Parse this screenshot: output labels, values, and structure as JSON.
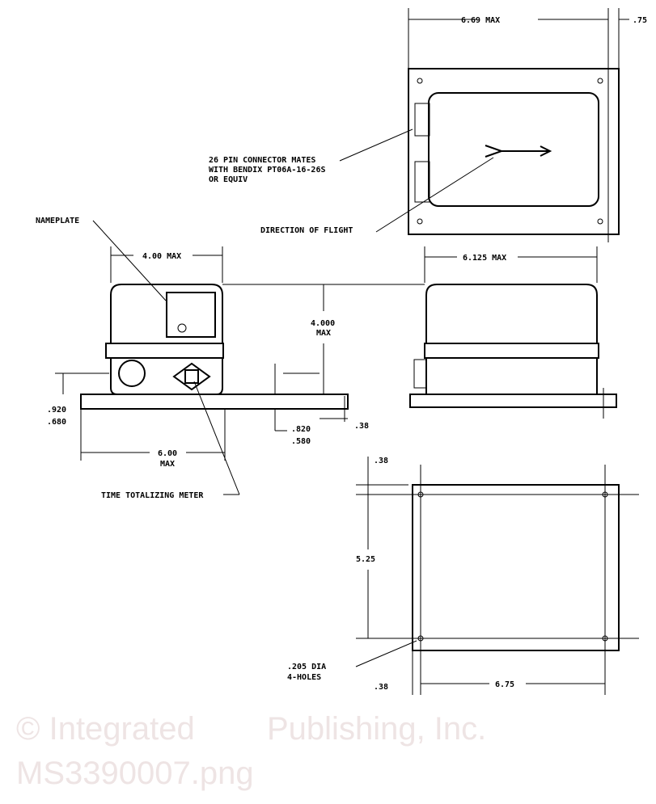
{
  "labels": {
    "top_width": "6.69 MAX",
    "top_offset": ".75",
    "connector_note": [
      "26 PIN CONNECTOR MATES",
      "WITH BENDIX PT06A-16-26S",
      "OR EQUIV"
    ],
    "direction": "DIRECTION OF FLIGHT",
    "nameplate": "NAMEPLATE",
    "front_width": "4.00 MAX",
    "side_width": "6.125 MAX",
    "height": [
      "4.000",
      "MAX"
    ],
    "base_left": [
      ".920",
      ".680"
    ],
    "base_mid": [
      ".820",
      ".580"
    ],
    "base_thick": ".38",
    "base_width": [
      "6.00",
      "MAX"
    ],
    "meter": "TIME TOTALIZING METER",
    "hole_edge_top": ".38",
    "hole_span_v": "5.25",
    "hole_note": [
      ".205 DIA",
      "4-HOLES"
    ],
    "hole_edge_bottom": ".38",
    "hole_span_h": "6.75"
  },
  "watermark": [
    "© Integrated",
    "Publishing, Inc.",
    "MS3390007.png"
  ]
}
